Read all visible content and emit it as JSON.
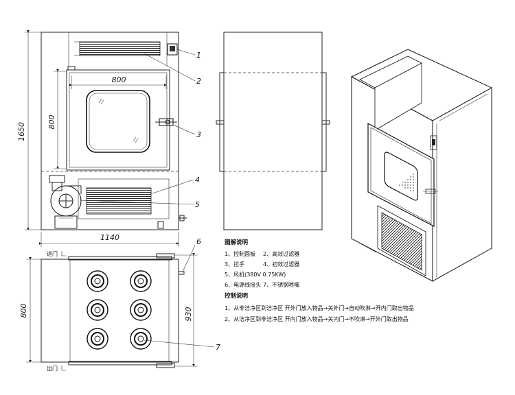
{
  "dimensions": {
    "height_total": "1650",
    "width_total": "1140",
    "window_width": "800",
    "window_height": "800",
    "depth": "800",
    "depth_outer": "930"
  },
  "callouts": [
    "1",
    "2",
    "3",
    "4",
    "5",
    "6",
    "7"
  ],
  "legend": {
    "title": "图解说明",
    "items": [
      "1、控制面板",
      "2、高效过滤器",
      "3、拉手",
      "4、初效过滤器",
      "5、风机(380V 0.75KW)",
      "6、电源线接头",
      "7、不锈钢喷嘴"
    ]
  },
  "control": {
    "title": "控制说明",
    "steps": [
      "1、从非洁净区到洁净区 开外门放入物品→关外门→自动吹淋→开内门取出物品",
      "2、从洁净区到非洁净区 开内门放入物品→关内门→不吹淋→开外门取出物品"
    ]
  },
  "door_labels": {
    "entry": "进门",
    "exit": "出门"
  }
}
